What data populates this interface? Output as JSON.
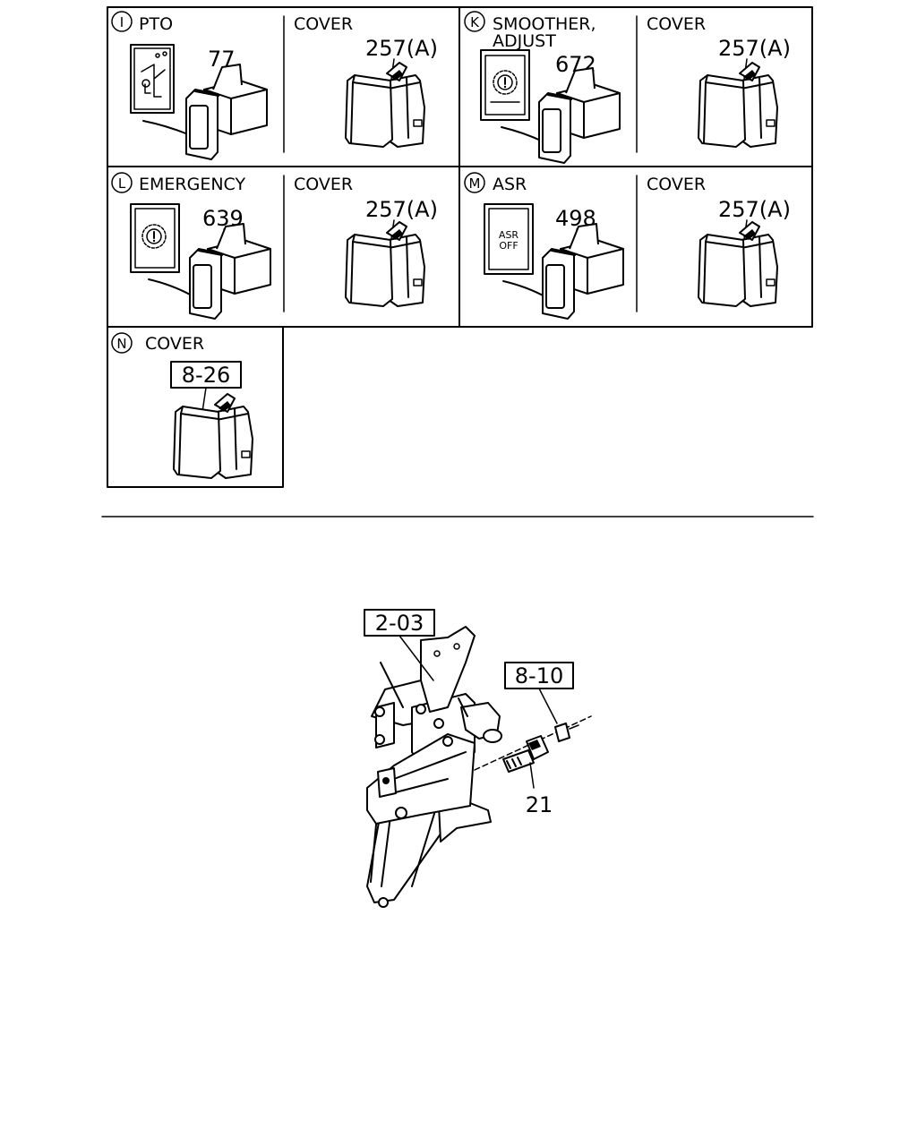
{
  "panels": {
    "I": {
      "letter": "I",
      "title": "PTO",
      "part": "77",
      "cover_title": "COVER",
      "cover_part": "257(A)"
    },
    "K": {
      "letter": "K",
      "title_line1": "SMOOTHER,",
      "title_line2": "ADJUST",
      "part": "672",
      "cover_title": "COVER",
      "cover_part": "257(A)"
    },
    "L": {
      "letter": "L",
      "title": "EMERGENCY",
      "part": "639",
      "cover_title": "COVER",
      "cover_part": "257(A)"
    },
    "M": {
      "letter": "M",
      "title": "ASR",
      "part": "498",
      "switch_text_line1": "ASR",
      "switch_text_line2": "OFF",
      "cover_title": "COVER",
      "cover_part": "257(A)"
    },
    "N": {
      "letter": "N",
      "title": "COVER",
      "ref": "8-26"
    }
  },
  "assembly": {
    "ref_bracket": "2-03",
    "ref_connector": "8-10",
    "part_switch": "21"
  },
  "icons": [
    "pto-switch-icon",
    "gear-warning-icon",
    "asr-off-icon",
    "switch-cover-icon",
    "brake-pedal-assembly-icon"
  ]
}
